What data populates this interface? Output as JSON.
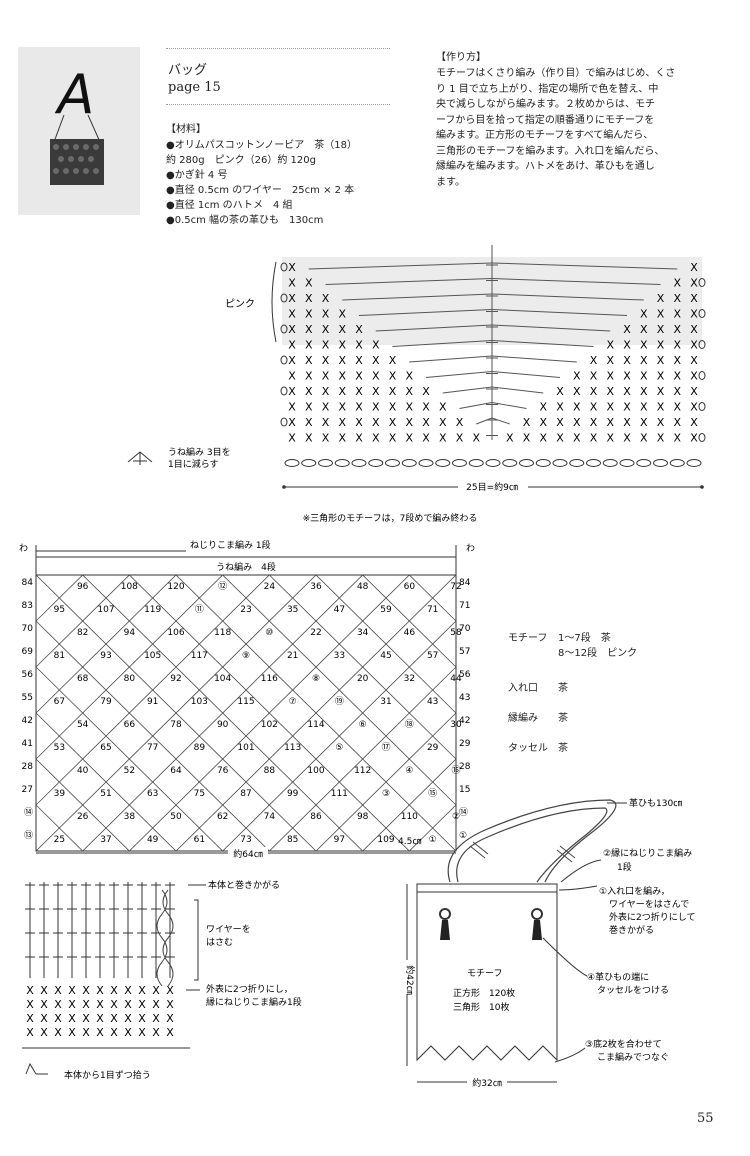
{
  "header": {
    "letter": "A",
    "item_title": "バッグ",
    "page_ref": "page 15"
  },
  "materials": {
    "heading": "【材料】",
    "items": [
      "●オリムパスコットンノービア　茶（18）",
      "約 280g　ピンク（26）約 120g",
      "●かぎ針 4 号",
      "●直径 0.5cm のワイヤー　25cm × 2 本",
      "●直径 1cm のハトメ　4 組",
      "●0.5cm 幅の茶の革ひも　130cm"
    ]
  },
  "method": {
    "heading": "【作り方】",
    "lines": [
      "モチーフはくさり編み（作り目）で編みはじめ、くさ",
      "り 1 目で立ち上がり、指定の場所で色を替え、中",
      "央で減らしながら編みます。２枚めからは、モチ",
      "ーフから目を拾って指定の順番通りにモチーフを",
      "編みます。正方形のモチーフをすべて編んだら、",
      "三角形のモチーフを編みます。入れ口を編んだら、",
      "縁編みを編みます。ハトメをあけ、革ひもを通し",
      "ます。"
    ]
  },
  "chart1": {
    "pink_label": "ピンク",
    "legend_text_1": "うね編み 3目を",
    "legend_text_2": "1目に減らす",
    "width_label": "25目=約9㎝",
    "note": "※三角形のモチーフは，7段めで編み終わる"
  },
  "layout_chart": {
    "top_label": "ねじりこま編み 1段",
    "band_label": "うね編み　4段",
    "wa_left": "わ",
    "wa_right": "わ",
    "width_label": "約64㎝",
    "cell_size_label": "4.5㎝",
    "left_edge": [
      "84",
      "83",
      "70",
      "69",
      "56",
      "55",
      "42",
      "41",
      "28",
      "27",
      "⑭",
      "⑬"
    ],
    "right_edge": [
      "84",
      "71",
      "70",
      "57",
      "56",
      "43",
      "42",
      "29",
      "28",
      "15",
      "⑭",
      "①"
    ],
    "row_a": [
      [
        "96",
        "108",
        "120",
        "⑫",
        "24",
        "36",
        "48",
        "60",
        "72"
      ],
      [
        "82",
        "94",
        "106",
        "118",
        "⑩",
        "22",
        "34",
        "46",
        "58"
      ],
      [
        "68",
        "80",
        "92",
        "104",
        "116",
        "⑧",
        "20",
        "32",
        "44"
      ],
      [
        "54",
        "66",
        "78",
        "90",
        "102",
        "114",
        "⑥",
        "⑱",
        "30"
      ],
      [
        "40",
        "52",
        "64",
        "76",
        "88",
        "100",
        "112",
        "④",
        "⑯"
      ],
      [
        "26",
        "38",
        "50",
        "62",
        "74",
        "86",
        "98",
        "110",
        "②"
      ]
    ],
    "row_b": [
      [
        "95",
        "107",
        "119",
        "⑪",
        "23",
        "35",
        "47",
        "59",
        "71"
      ],
      [
        "81",
        "93",
        "105",
        "117",
        "⑨",
        "21",
        "33",
        "45",
        "57"
      ],
      [
        "67",
        "79",
        "91",
        "103",
        "115",
        "⑦",
        "⑲",
        "31",
        "43"
      ],
      [
        "53",
        "65",
        "77",
        "89",
        "101",
        "113",
        "⑤",
        "⑰",
        "29"
      ],
      [
        "39",
        "51",
        "63",
        "75",
        "87",
        "99",
        "111",
        "③",
        "⑮"
      ],
      [
        "25",
        "37",
        "49",
        "61",
        "73",
        "85",
        "97",
        "109",
        "①"
      ]
    ]
  },
  "color_legend": [
    {
      "name": "モチーフ",
      "value": "1〜7段　茶"
    },
    {
      "name": "",
      "value": "8〜12段　ピンク"
    },
    {
      "name": "入れ口",
      "value": "茶"
    },
    {
      "name": "縁編み",
      "value": "茶"
    },
    {
      "name": "タッセル",
      "value": "茶"
    }
  ],
  "edge_chart": {
    "label_top": "本体と巻きかがる",
    "label_wire_1": "ワイヤーを",
    "label_wire_2": "はさむ",
    "label_fold_1": "外表に2つ折りにし，",
    "label_fold_2": "縁にねじりこま編み1段",
    "label_bottom": "本体から1目ずつ拾う"
  },
  "bag": {
    "strap_label": "革ひも130㎝",
    "callout_2a": "②縁にねじりこま編み",
    "callout_2b": "1段",
    "callout_1a": "①入れ口を編み，",
    "callout_1b": "ワイヤーをはさんで",
    "callout_1c": "外表に2つ折りにして",
    "callout_1d": "巻きかがる",
    "callout_4a": "④革ひもの端に",
    "callout_4b": "タッセルをつける",
    "callout_3a": "③底2枚を合わせて",
    "callout_3b": "こま編みでつなぐ",
    "motif_title": "モチーフ",
    "square_label": "正方形　120枚",
    "triangle_label": "三角形　10枚",
    "height_label": "約42㎝",
    "width_label": "約32㎝"
  },
  "page_number": "55"
}
